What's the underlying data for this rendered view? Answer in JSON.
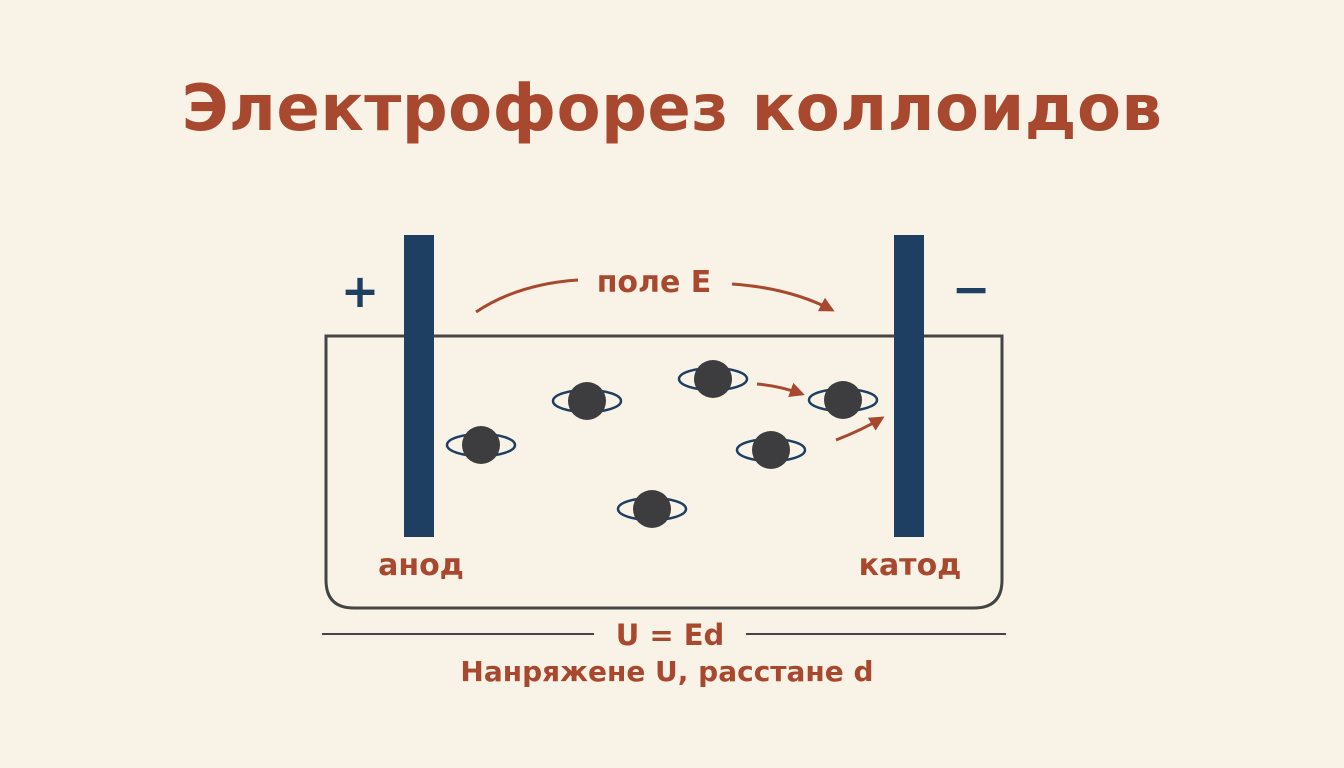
{
  "title": "Электрофорез коллоидов",
  "labels": {
    "field": "поле E",
    "plus": "+",
    "minus": "−",
    "anode": "анод",
    "cathode": "катод",
    "formula": "U = Ed",
    "caption": "Нанряжене U, расстане d"
  },
  "colors": {
    "background": "#f8f3e6",
    "accent": "#a8482e",
    "electrode": "#1e3f62",
    "particle": "#3d3d3f",
    "tank": "#444444"
  }
}
